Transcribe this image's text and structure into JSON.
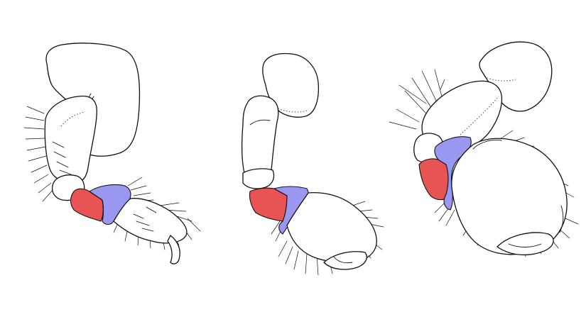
{
  "figure": {
    "background": "#ffffff",
    "line_color": "#111111",
    "highlight_colors": {
      "segment_a": "#e85353",
      "segment_b": "#9a97f0"
    },
    "panels": [
      {
        "index": 1,
        "segments": [
          "segment_a",
          "segment_b"
        ]
      },
      {
        "index": 2,
        "segments": [
          "segment_a",
          "segment_b"
        ]
      },
      {
        "index": 3,
        "segments": [
          "segment_a",
          "segment_b"
        ]
      }
    ]
  }
}
